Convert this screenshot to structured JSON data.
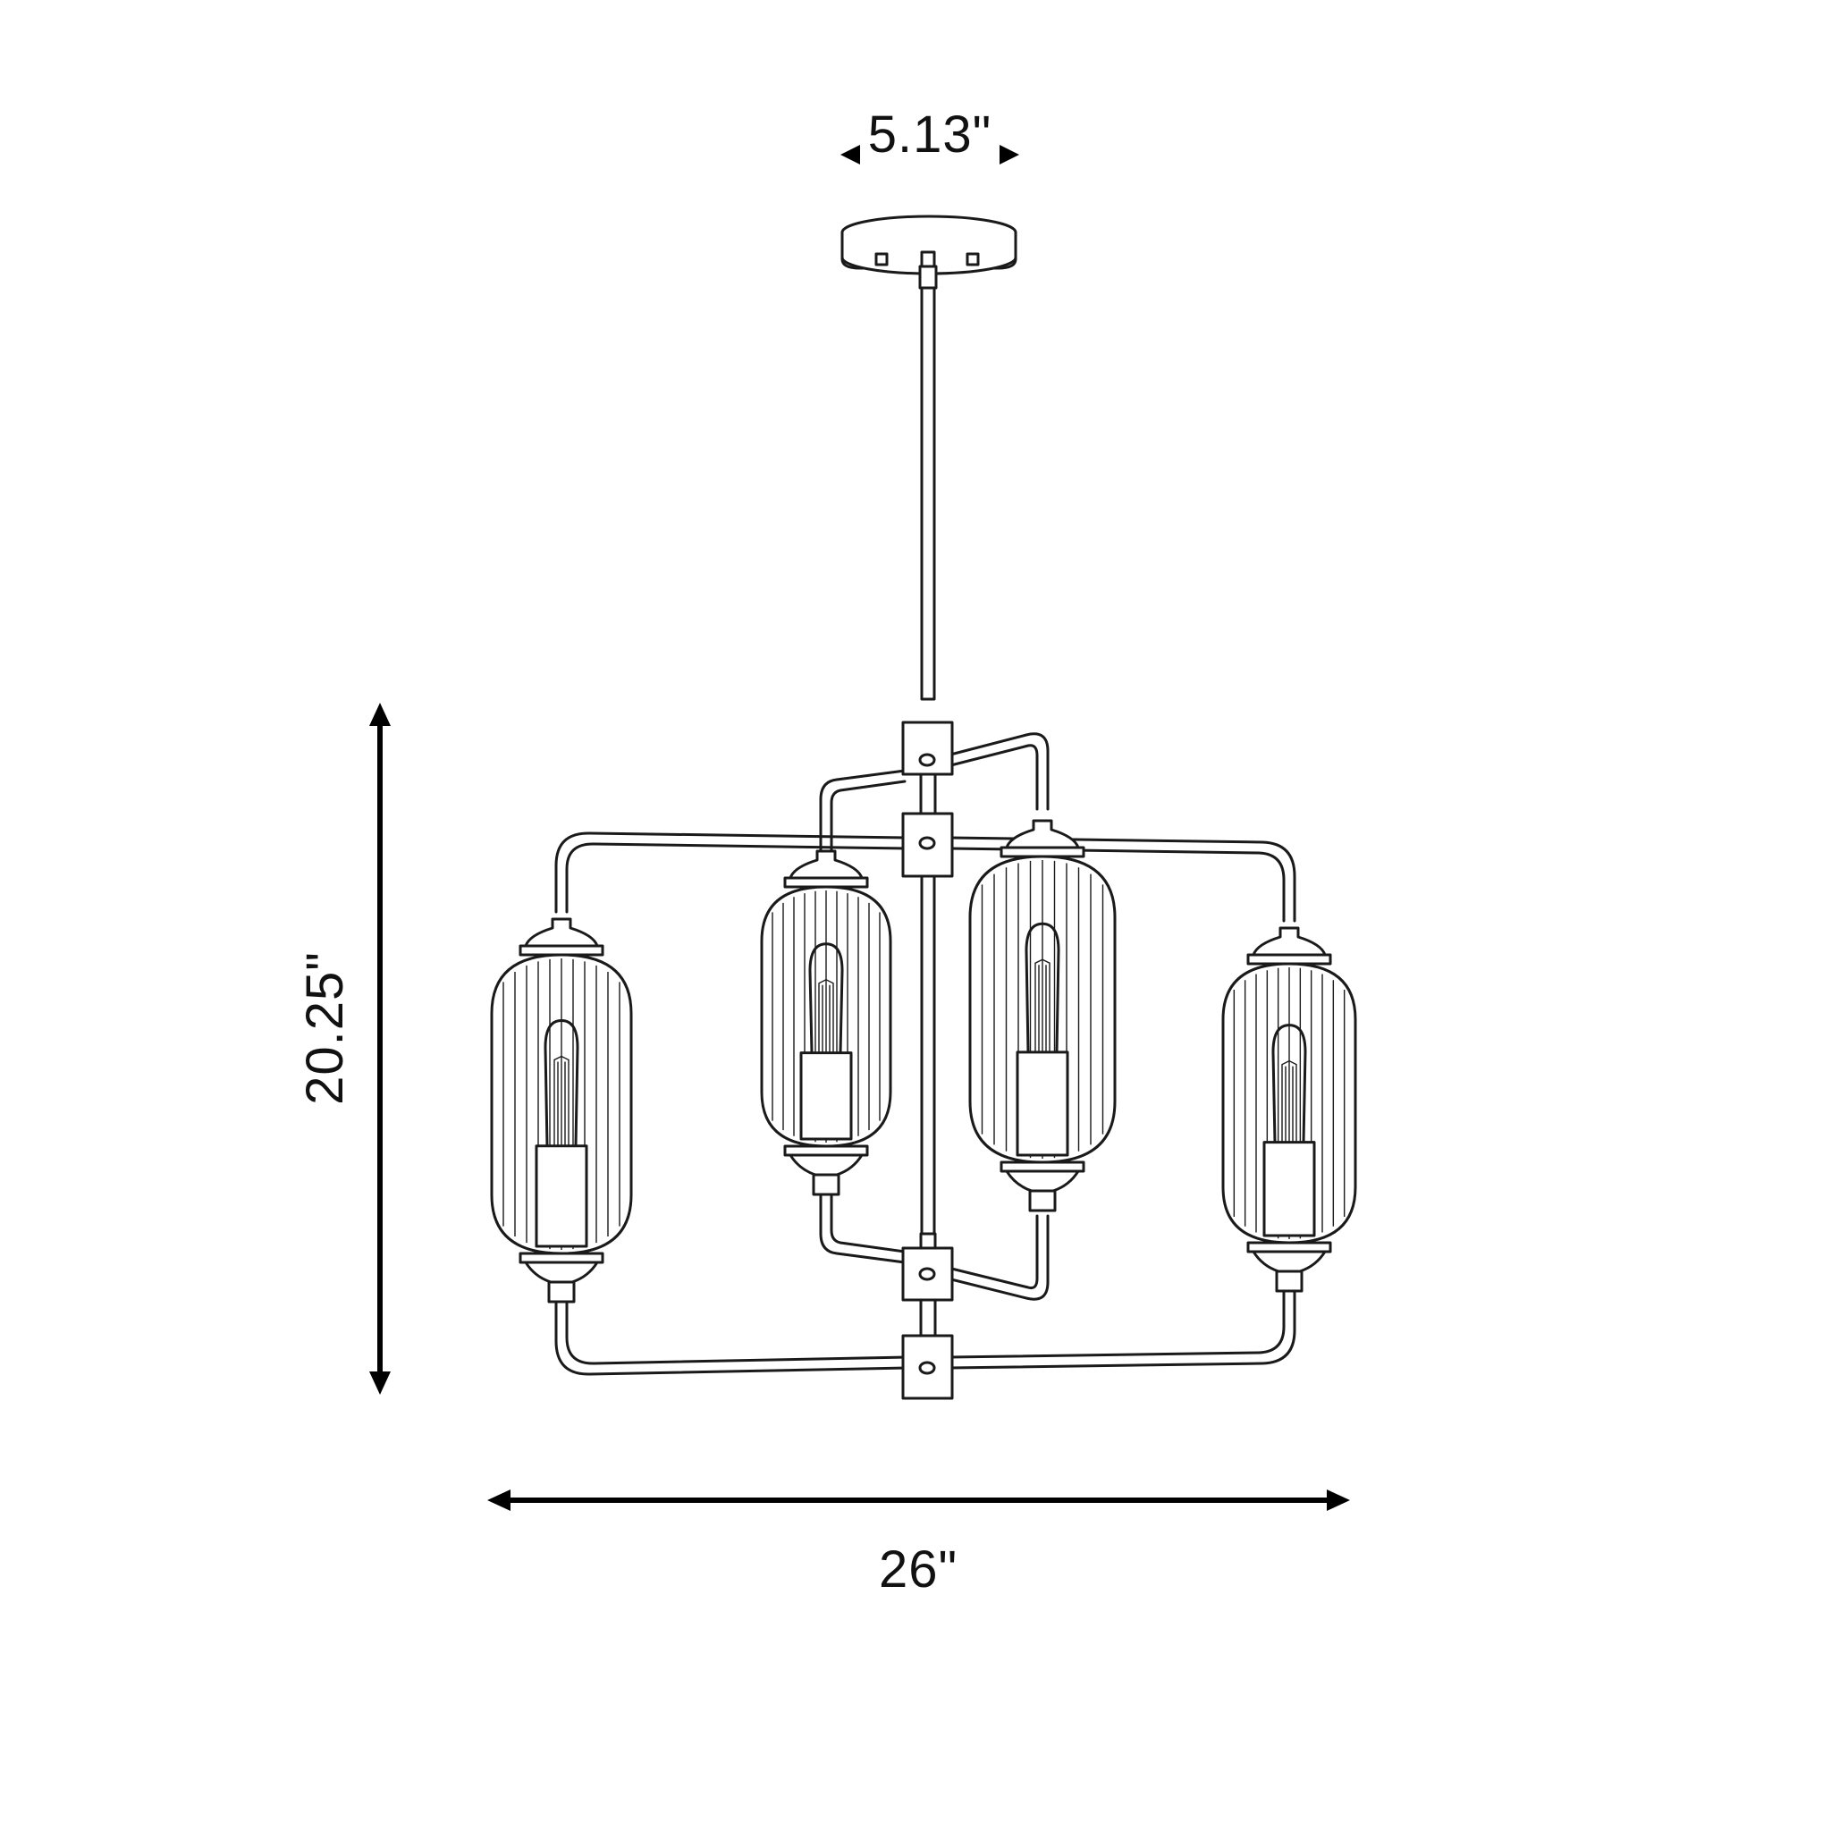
{
  "dimensions": {
    "canopy_width": "5.13\"",
    "height": "20.25\"",
    "width": "26\""
  },
  "colors": {
    "line": "#1a1a1a",
    "background": "#ffffff"
  },
  "icons": {
    "fixture": "four-light-chandelier-line-drawing",
    "dimension_arrow": "double-headed-arrow"
  }
}
